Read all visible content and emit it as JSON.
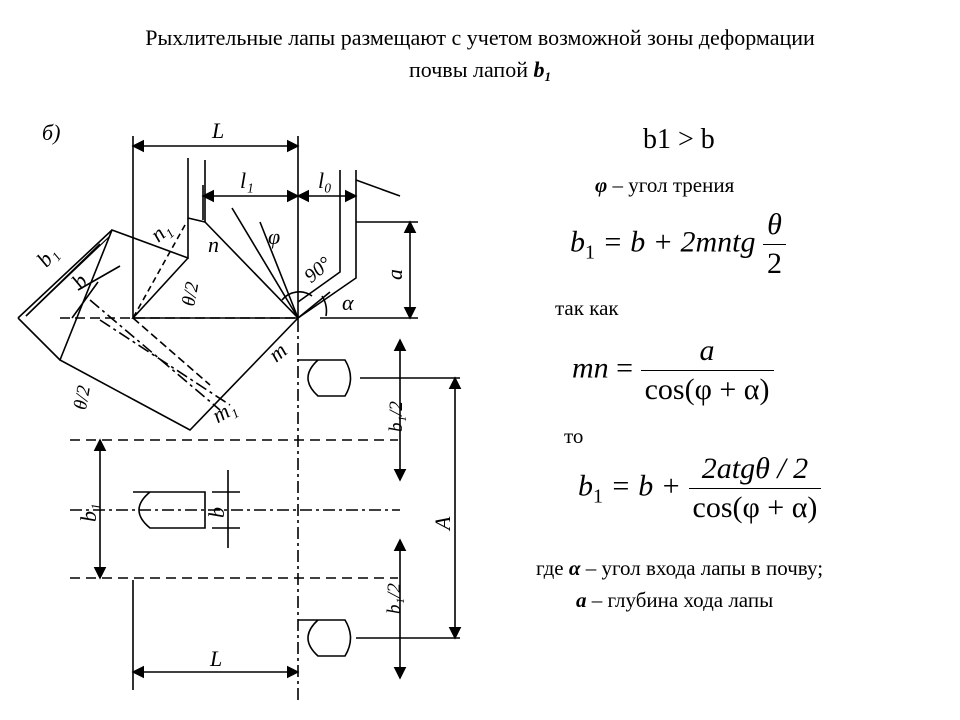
{
  "title": {
    "line1": "Рыхлительные лапы размещают с учетом возможной зоны деформации",
    "line2_text": "почвы лапой ",
    "line2_symbol": "b",
    "line2_sub": "1"
  },
  "figure": {
    "label_b_section": "б)",
    "dim_L_top": "L",
    "dim_l1": "l₁",
    "dim_l0": "l₀",
    "dim_a": "a",
    "dim_b1": "b₁",
    "dim_b": "b",
    "angle_theta_half_top": "θ/2",
    "angle_theta_half_left": "θ/2",
    "angle_phi": "φ",
    "angle_90": "90°",
    "angle_alpha": "α",
    "pt_n1": "n₁",
    "pt_n": "n",
    "pt_m": "m",
    "pt_m1": "m₁",
    "dim_b1_half_upper": "b₁/2",
    "dim_b1_half_lower": "b₁/2",
    "dim_b1_left": "b₁",
    "dim_b_mid": "b",
    "dim_A": "A",
    "dim_L_bottom": "L"
  },
  "formulas": {
    "ineq": "b1 > b",
    "phi_symbol": "φ",
    "phi_desc": " – угол трения",
    "f1_lhs": "b",
    "f1_lhs_sub": "1",
    "f1_rhs": " = b + 2mntg",
    "f1_num": "θ",
    "f1_den": "2",
    "so_as": "так как",
    "f2_lhs": "mn",
    "f2_eq": " = ",
    "f2_num": "a",
    "f2_den": "cos(φ + α)",
    "then": "то",
    "f3_lhs": "b",
    "f3_lhs_sub": "1",
    "f3_rhs": " = b + ",
    "f3_num": "2atgθ / 2",
    "f3_den": "cos(φ + α)"
  },
  "notes": {
    "n1_prefix": "где ",
    "n1_symbol": "α",
    "n1_text": " – угол входа лапы в почву;",
    "n2_symbol": "a",
    "n2_text": " – глубина хода лапы"
  }
}
